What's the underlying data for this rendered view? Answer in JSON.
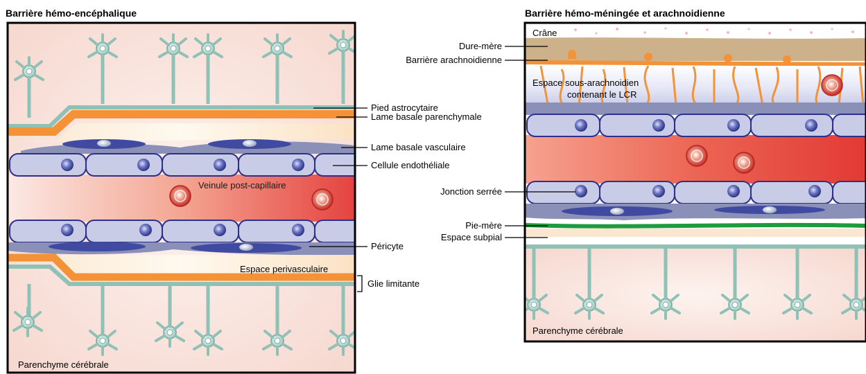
{
  "left": {
    "title": "Barrière hémo-encéphalique",
    "labels": {
      "astrocyte_foot": "Pied astrocytaire",
      "parenchymal_basal_lamina": "Lame basale parenchymale",
      "vascular_basal_lamina": "Lame basale vasculaire",
      "endothelial_cell": "Cellule endothéliale",
      "venule": "Veinule post-capillaire",
      "pericyte": "Péricyte",
      "perivascular_space": "Espace perivasculaire",
      "glia_limitans": "Glie limitante",
      "parenchyma": "Parenchyme cérébrale"
    }
  },
  "right": {
    "title": "Barrière hémo-méningée et arachnoidienne",
    "labels": {
      "skull": "Crâne",
      "dura": "Dure-mère",
      "arachnoid_barrier": "Barrière arachnoidienne",
      "subarachnoid_line1": "Espace sous-arachnoidien",
      "subarachnoid_line2": "contenant le LCR",
      "tight_junction": "Jonction serrée",
      "pia": "Pie-mère",
      "subpial_space": "Espace subpial",
      "parenchyma": "Parenchyme cérébrale"
    }
  },
  "colors": {
    "orange": "#f39237",
    "teal": "#8fc1b7",
    "endothelial": "#c9cce6",
    "cell_outline": "#2d2f8a",
    "pericyte": "#3f4aa0",
    "blood": "#e64c45",
    "pia": "#1f9b3f",
    "dura": "#cdb18a"
  }
}
